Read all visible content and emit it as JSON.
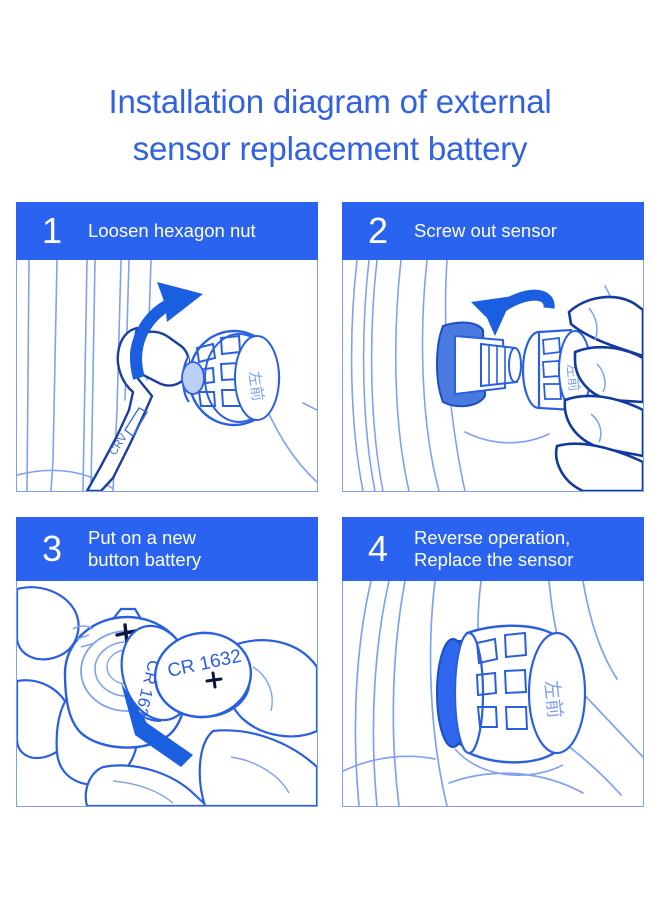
{
  "title": {
    "line1": "Installation diagram of external",
    "line2": "sensor replacement battery"
  },
  "colors": {
    "header_blue": "#2a63ef",
    "title_blue": "#3262e0",
    "line_blue": "#3f6fe0",
    "light_line_blue": "#7fa2f0",
    "arrow_blue": "#1a5fe0",
    "fill_blue": "#4a7ae0",
    "ink_dark": "#123a9e",
    "white": "#ffffff"
  },
  "steps": [
    {
      "number": "1",
      "label_line1": "Loosen hexagon nut",
      "label_line2": "",
      "art": {
        "name": "wrench-loosening-hex-nut",
        "arrow": "curved-arrow-up",
        "sensor_cap_text": "左前",
        "wrench_text": "CRV"
      }
    },
    {
      "number": "2",
      "label_line1": "Screw out sensor",
      "label_line2": "",
      "art": {
        "name": "hand-unscrewing-sensor",
        "arrow": "curved-arrow-down",
        "sensor_cap_text": "左前"
      }
    },
    {
      "number": "3",
      "label_line1": "Put on a new",
      "label_line2": "button battery",
      "art": {
        "name": "coin-battery-replacement",
        "arrow": "straight-arrow-up-left",
        "battery_label_1": "CR 1632",
        "battery_label_2": "CR 1632",
        "polarity_mark": "+"
      }
    },
    {
      "number": "4",
      "label_line1": "Reverse operation,",
      "label_line2": "Replace the sensor",
      "art": {
        "name": "sensor-installed-on-wheel",
        "arrow": "",
        "sensor_cap_text": "左前"
      }
    }
  ]
}
